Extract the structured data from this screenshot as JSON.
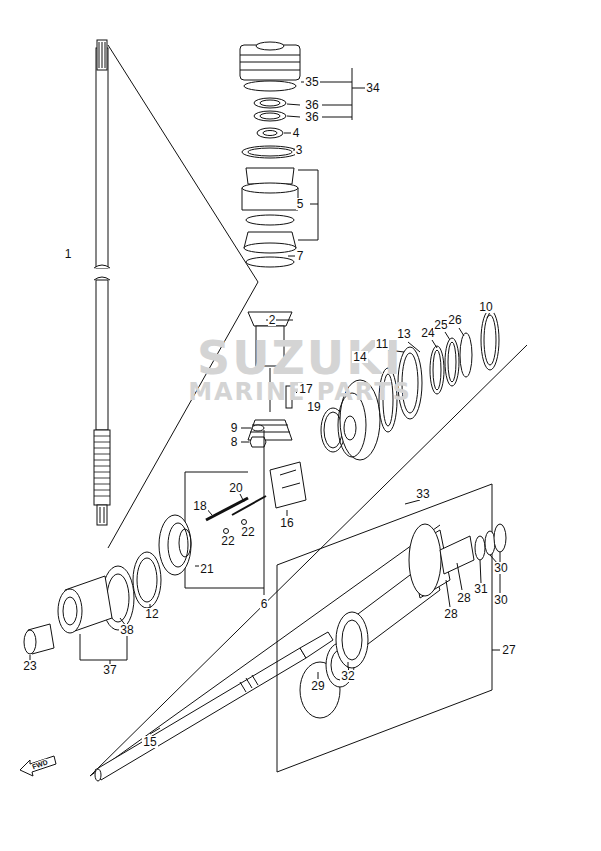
{
  "diagram": {
    "labels": [
      "SUZUKI",
      "MARINE PARTS",
      "1",
      "2",
      "35",
      "34",
      "36",
      "36",
      "4",
      "3",
      "5",
      "7",
      "13",
      "24",
      "25",
      "26",
      "10",
      "11",
      "14",
      "17",
      "19",
      "9",
      "8",
      "18",
      "20",
      "33",
      "16",
      "22",
      "22",
      "21",
      "12",
      "38",
      "23",
      "37",
      "6",
      "28",
      "31",
      "30",
      "30",
      "28",
      "29",
      "32",
      "27",
      "15",
      "FWD"
    ]
  }
}
